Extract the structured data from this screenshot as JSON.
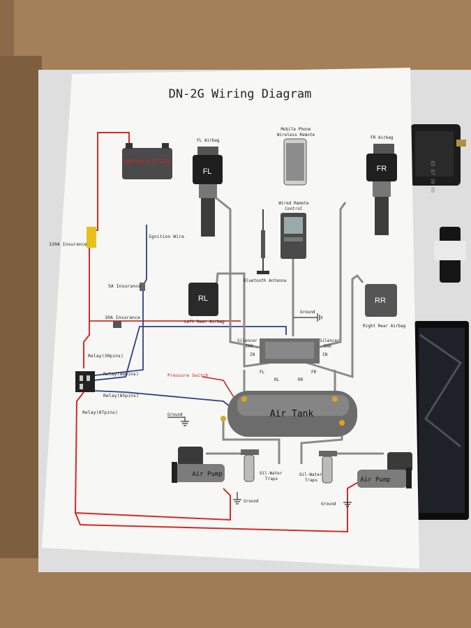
{
  "title": "DN-2G Wiring Diagram",
  "components": {
    "battery": "Battery DC12V",
    "fl_airbag": "FL Airbag",
    "fl": "FL",
    "fr_airbag": "FR Airbag",
    "fr": "FR",
    "mobile_remote": "Mobile Phone Wireless Remote",
    "wired_remote": "Wired Remote Control",
    "bluetooth_antenna": "Bluetooth Antenna",
    "rl": "RL",
    "left_rear_airbag": "Left Rear Airbag",
    "rr": "RR",
    "right_rear_airbag": "Right Rear Airbag",
    "air_tank": "Air Tank",
    "air_pump_left": "Air Pump",
    "air_pump_right": "Air Pump",
    "oil_water_left": "Oil-Water Traps",
    "oil_water_right": "Oil-Water Traps"
  },
  "labels": {
    "insurance_120a": "120A Insurance",
    "ignition_wire": "Ignition Wire",
    "insurance_5a": "5A Insurance",
    "insurance_10a": "10A Insurance",
    "relay_30": "Relay(30pins)",
    "relay_86": "Relay(86pins)",
    "relay_85": "Relay(85pins)",
    "relay_87": "Relay(87pins)",
    "pressure_switch": "Pressure Switch",
    "ground_top": "Ground",
    "ground_tank": "Ground",
    "ground_left": "Ground",
    "ground_right": "Ground",
    "silencer_left": "Silencer EHX",
    "silencer_right": "Silencer EHX",
    "port_in_left": "IN",
    "port_in_right": "IN",
    "port_fl": "FL",
    "port_rl": "RL",
    "port_rr": "RR",
    "port_fr": "FR"
  },
  "colors": {
    "power_wire": "#d62a24",
    "signal_wire": "#2c3f8a",
    "air_line": "#8a8a8a",
    "pressure_wire": "#c8221c",
    "paper": "#f7f7f5",
    "cardboard": "#8a6a48"
  }
}
